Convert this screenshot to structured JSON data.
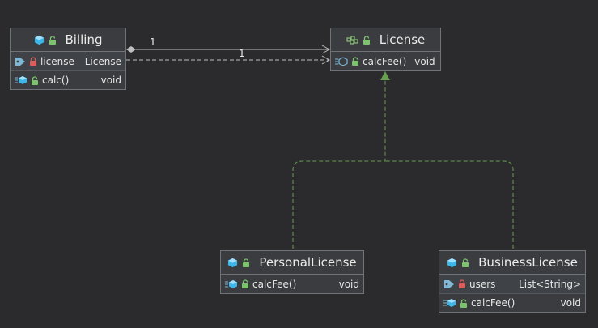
{
  "classes": {
    "billing": {
      "name": "Billing",
      "fields": [
        {
          "name": "license",
          "type": "License"
        }
      ],
      "methods": [
        {
          "name": "calc()",
          "type": "void"
        }
      ]
    },
    "license": {
      "name": "License",
      "methods": [
        {
          "name": "calcFee()",
          "type": "void"
        }
      ]
    },
    "personal_license": {
      "name": "PersonalLicense",
      "methods": [
        {
          "name": "calcFee()",
          "type": "void"
        }
      ]
    },
    "business_license": {
      "name": "BusinessLicense",
      "fields": [
        {
          "name": "users",
          "type": "List<String>"
        }
      ],
      "methods": [
        {
          "name": "calcFee()",
          "type": "void"
        }
      ]
    }
  },
  "relations": {
    "composition_multiplicity": "1",
    "dependency_multiplicity": "1"
  },
  "colors": {
    "class_icon": "#3fb6e8",
    "interface_icon": "#8ec07c",
    "field_icon": "#7fb8d6",
    "lock_private": "#e05c5c",
    "lock_public": "#7cc46c",
    "connector": "#bfbfbf",
    "realization": "#6a9e4f"
  },
  "icons": {
    "class": "class-icon",
    "interface": "interface-icon",
    "field": "field-tag-icon",
    "method": "method-icon",
    "private": "private-lock-icon",
    "public": "public-lock-icon"
  }
}
